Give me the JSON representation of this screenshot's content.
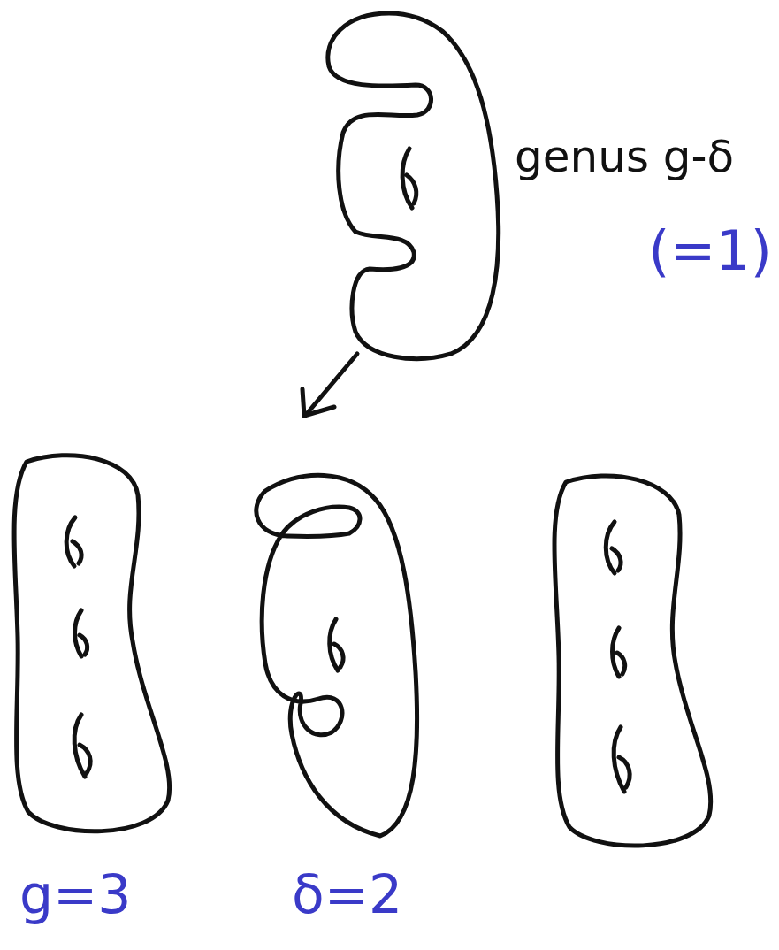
{
  "diagram": {
    "labels": [
      "genus g-δ",
      "(=1)",
      "g=3",
      "δ=2"
    ]
  }
}
